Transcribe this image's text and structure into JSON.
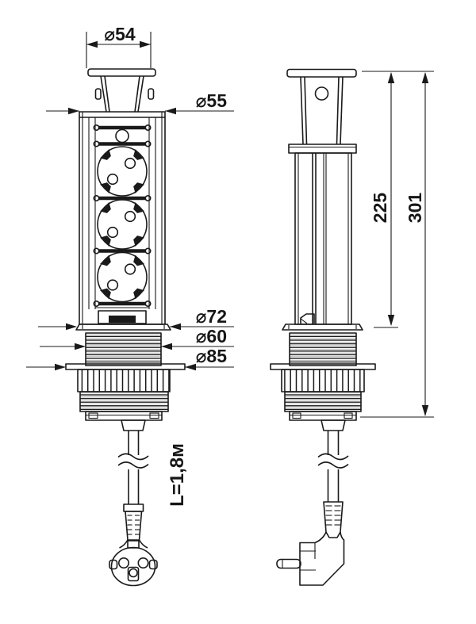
{
  "drawing": {
    "background": "#ffffff",
    "line_color": "#1a1a1a"
  },
  "labels": {
    "cap_diameter": "⌀54",
    "head_diameter": "⌀55",
    "flange_diameter": "⌀72",
    "thread_diameter": "⌀60",
    "nut_diameter": "⌀85",
    "retracted_height": "225",
    "overall_height": "301",
    "cable_length": "L=1,8м"
  }
}
